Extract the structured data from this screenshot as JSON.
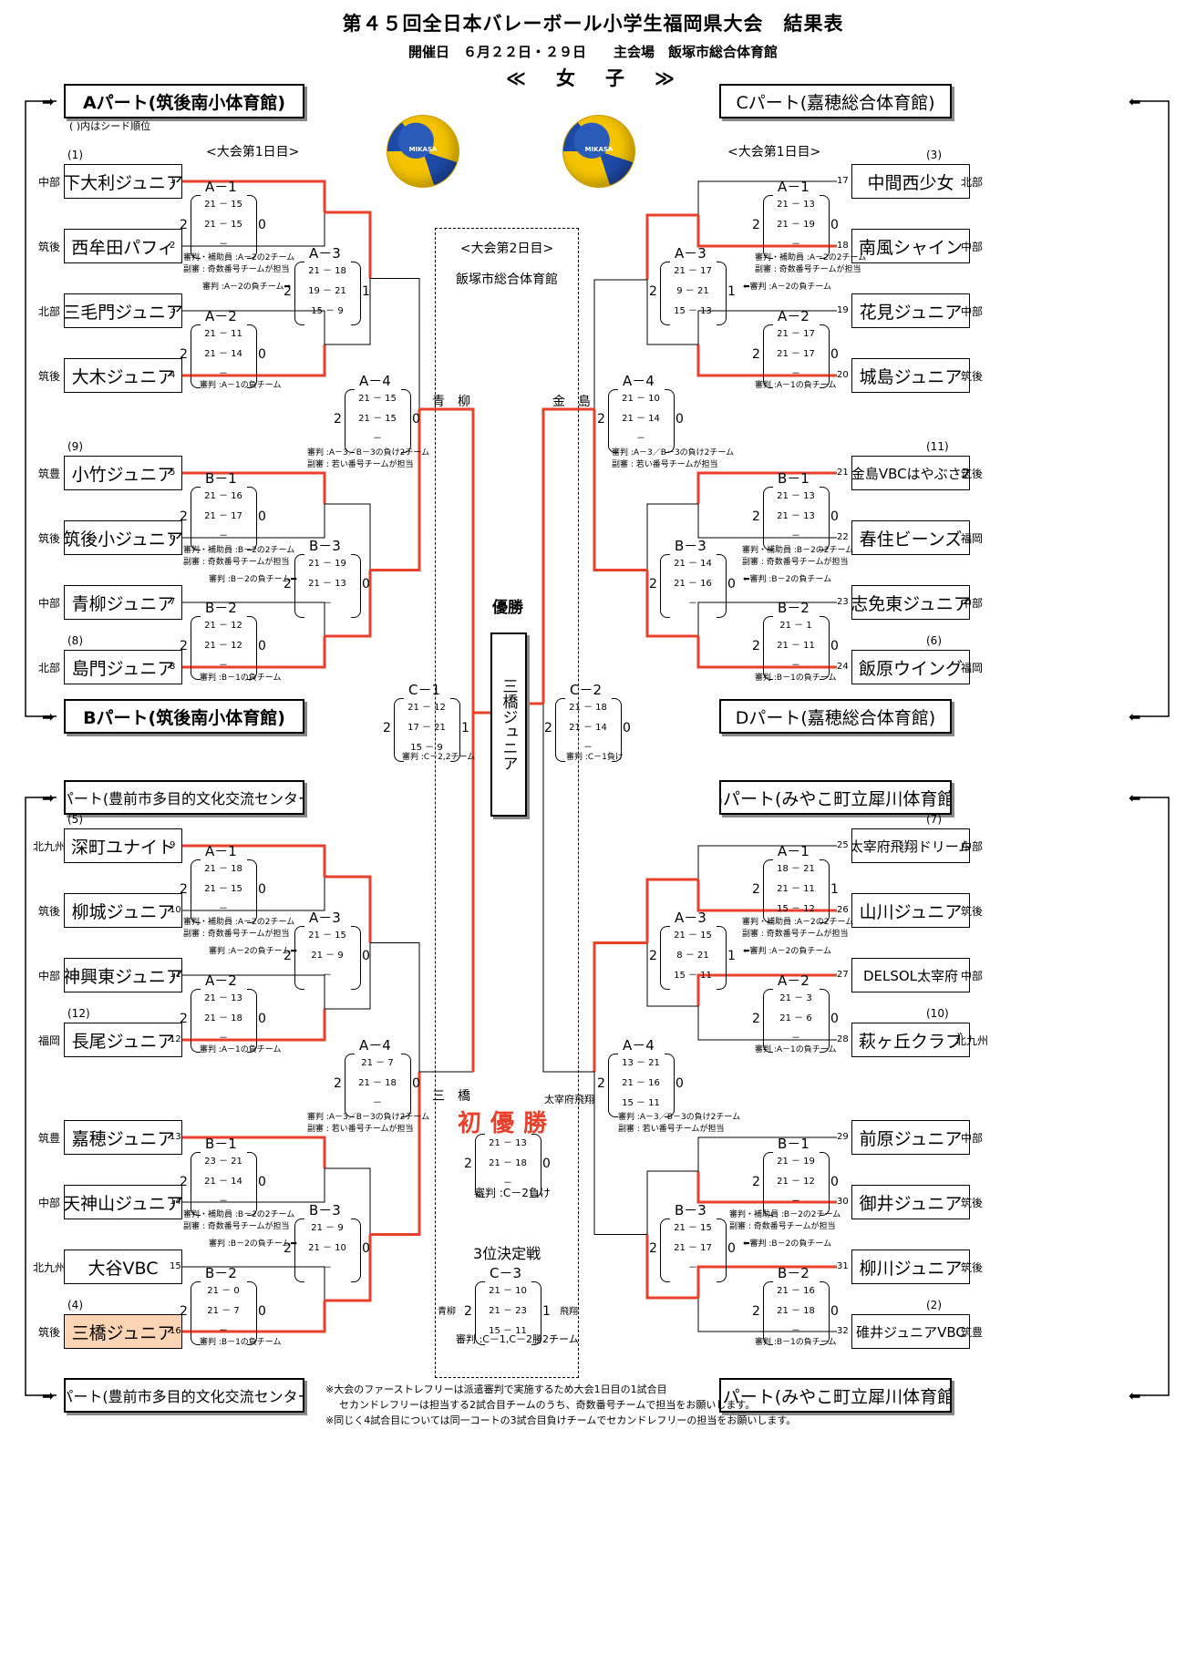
{
  "header": {
    "title": "第４５回全日本バレーボール小学生福岡県大会　結果表",
    "subtitle": "開催日　６月２２日・２９日　　主会場　飯塚市総合体育館",
    "gender": "≪　女　子　≫"
  },
  "parts": {
    "A": "Aパート(筑後南小体育館)",
    "B": "Bパート(筑後南小体育館)",
    "C": "Cパート(嘉穂総合体育館)",
    "D": "Dパート(嘉穂総合体育館)",
    "E": "Eパート(豊前市多目的文化交流センター)",
    "F": "Fパート(豊前市多目的文化交流センター)",
    "G": "Gパート(みやこ町立犀川体育館)",
    "H": "Hパート(みやこ町立犀川体育館)"
  },
  "seed_note": "( )内はシード順位",
  "day1_label": "<大会第1日目>",
  "day2_label": "<大会第2日目>",
  "venue_day2": "飯塚市総合体育館",
  "ball_text": "MIKASA",
  "teams": {
    "t1": {
      "name": "下大利ジュニア",
      "region": "中部",
      "num": "1",
      "seed": "(1)"
    },
    "t2": {
      "name": "西牟田パフィ",
      "region": "筑後",
      "num": "2"
    },
    "t3": {
      "name": "三毛門ジュニア",
      "region": "北部",
      "num": "3"
    },
    "t4": {
      "name": "大木ジュニア",
      "region": "筑後",
      "num": "4"
    },
    "t5": {
      "name": "小竹ジュニア",
      "region": "筑豊",
      "num": "5",
      "seed": "(9)"
    },
    "t6": {
      "name": "筑後小ジュニア",
      "region": "筑後",
      "num": "6"
    },
    "t7": {
      "name": "青柳ジュニア",
      "region": "中部",
      "num": "7"
    },
    "t8": {
      "name": "島門ジュニア",
      "region": "北部",
      "num": "8",
      "seed": "(8)"
    },
    "t9": {
      "name": "深町ユナイト",
      "region": "北九州",
      "num": "9",
      "seed": "(5)"
    },
    "t10": {
      "name": "柳城ジュニア",
      "region": "筑後",
      "num": "10"
    },
    "t11": {
      "name": "神興東ジュニア",
      "region": "中部",
      "num": "11"
    },
    "t12": {
      "name": "長尾ジュニア",
      "region": "福岡",
      "num": "12",
      "seed": "(12)"
    },
    "t13": {
      "name": "嘉穂ジュニア",
      "region": "筑豊",
      "num": "13"
    },
    "t14": {
      "name": "天神山ジュニア",
      "region": "中部",
      "num": "14"
    },
    "t15": {
      "name": "大谷VBC",
      "region": "北九州",
      "num": "15"
    },
    "t16": {
      "name": "三橋ジュニア",
      "region": "筑後",
      "num": "16",
      "seed": "(4)"
    },
    "t17": {
      "name": "中間西少女",
      "region": "北部",
      "num": "17",
      "seed": "(3)"
    },
    "t18": {
      "name": "南風シャイン",
      "region": "中部",
      "num": "18"
    },
    "t19": {
      "name": "花見ジュニア",
      "region": "中部",
      "num": "19"
    },
    "t20": {
      "name": "城島ジュニア",
      "region": "筑後",
      "num": "20"
    },
    "t21": {
      "name": "金島VBCはやぶさ2",
      "region": "筑後",
      "num": "21",
      "seed": "(11)"
    },
    "t22": {
      "name": "春住ビーンズ",
      "region": "福岡",
      "num": "22"
    },
    "t23": {
      "name": "志免東ジュニア",
      "region": "中部",
      "num": "23"
    },
    "t24": {
      "name": "飯原ウイング",
      "region": "福岡",
      "num": "24",
      "seed": "(6)"
    },
    "t25": {
      "name": "太宰府飛翔ドリーム",
      "region": "中部",
      "num": "25",
      "seed": "(7)"
    },
    "t26": {
      "name": "山川ジュニア",
      "region": "筑後",
      "num": "26"
    },
    "t27": {
      "name": "DELSOL太宰府",
      "region": "中部",
      "num": "27"
    },
    "t28": {
      "name": "萩ヶ丘クラブ",
      "region": "北九州",
      "num": "28",
      "seed": "(10)"
    },
    "t29": {
      "name": "前原ジュニア",
      "region": "中部",
      "num": "29"
    },
    "t30": {
      "name": "御井ジュニア",
      "region": "筑後",
      "num": "30"
    },
    "t31": {
      "name": "柳川ジュニア",
      "region": "筑後",
      "num": "31"
    },
    "t32": {
      "name": "碓井ジュニアVBC",
      "region": "筑豊",
      "num": "32",
      "seed": "(2)"
    }
  },
  "matches": {
    "AA1": {
      "label": "A－1",
      "l": "2",
      "r": "0",
      "sets": [
        "21 － 15",
        "21 － 15",
        "－"
      ]
    },
    "AA2": {
      "label": "A－2",
      "l": "2",
      "r": "0",
      "sets": [
        "21 － 11",
        "21 － 14",
        "－"
      ]
    },
    "AA3": {
      "label": "A－3",
      "l": "2",
      "r": "1",
      "sets": [
        "21 － 18",
        "19 － 21",
        "15 － 9"
      ]
    },
    "AA4": {
      "label": "A－4",
      "l": "2",
      "r": "0",
      "sets": [
        "21 － 15",
        "21 － 15",
        "－"
      ]
    },
    "AB1": {
      "label": "B－1",
      "l": "2",
      "r": "0",
      "sets": [
        "21 － 16",
        "21 － 17",
        "－"
      ]
    },
    "AB2": {
      "label": "B－2",
      "l": "2",
      "r": "0",
      "sets": [
        "21 － 12",
        "21 － 12",
        "－"
      ]
    },
    "AB3": {
      "label": "B－3",
      "l": "2",
      "r": "0",
      "sets": [
        "21 － 19",
        "21 － 13",
        "－"
      ]
    },
    "CA1": {
      "label": "A－1",
      "l": "2",
      "r": "0",
      "sets": [
        "21 － 13",
        "21 － 19",
        "－"
      ]
    },
    "CA2": {
      "label": "A－2",
      "l": "2",
      "r": "0",
      "sets": [
        "21 － 17",
        "21 － 17",
        "－"
      ]
    },
    "CA3": {
      "label": "A－3",
      "l": "2",
      "r": "1",
      "sets": [
        "21 － 17",
        "9 － 21",
        "15 － 13"
      ]
    },
    "CA4": {
      "label": "A－4",
      "l": "2",
      "r": "0",
      "sets": [
        "21 － 10",
        "21 － 14",
        "－"
      ]
    },
    "CB1": {
      "label": "B－1",
      "l": "2",
      "r": "0",
      "sets": [
        "21 － 13",
        "21 － 13",
        "－"
      ]
    },
    "CB2": {
      "label": "B－2",
      "l": "2",
      "r": "0",
      "sets": [
        "21 － 1",
        "21 － 11",
        "－"
      ]
    },
    "CB3": {
      "label": "B－3",
      "l": "2",
      "r": "0",
      "sets": [
        "21 － 14",
        "21 － 16",
        "－"
      ]
    },
    "EA1": {
      "label": "A－1",
      "l": "2",
      "r": "0",
      "sets": [
        "21 － 18",
        "21 － 15",
        "－"
      ]
    },
    "EA2": {
      "label": "A－2",
      "l": "2",
      "r": "0",
      "sets": [
        "21 － 13",
        "21 － 18",
        "－"
      ]
    },
    "EA3": {
      "label": "A－3",
      "l": "2",
      "r": "0",
      "sets": [
        "21 － 15",
        "21 － 9",
        "－"
      ]
    },
    "EA4": {
      "label": "A－4",
      "l": "2",
      "r": "0",
      "sets": [
        "21 － 7",
        "21 － 18",
        "－"
      ]
    },
    "EB1": {
      "label": "B－1",
      "l": "2",
      "r": "0",
      "sets": [
        "23 － 21",
        "21 － 14",
        "－"
      ]
    },
    "EB2": {
      "label": "B－2",
      "l": "2",
      "r": "0",
      "sets": [
        "21 － 0",
        "21 － 7",
        "－"
      ]
    },
    "EB3": {
      "label": "B－3",
      "l": "2",
      "r": "0",
      "sets": [
        "21 － 9",
        "21 － 10",
        "－"
      ]
    },
    "GA1": {
      "label": "A－1",
      "l": "2",
      "r": "1",
      "sets": [
        "18 － 21",
        "21 － 11",
        "15 － 12"
      ]
    },
    "GA2": {
      "label": "A－2",
      "l": "2",
      "r": "0",
      "sets": [
        "21 － 3",
        "21 － 6",
        "－"
      ]
    },
    "GA3": {
      "label": "A－3",
      "l": "2",
      "r": "1",
      "sets": [
        "21 － 15",
        "8 － 21",
        "15 － 11"
      ]
    },
    "GA4": {
      "label": "A－4",
      "l": "2",
      "r": "0",
      "sets": [
        "13 － 21",
        "21 － 16",
        "15 － 11"
      ]
    },
    "GB1": {
      "label": "B－1",
      "l": "2",
      "r": "0",
      "sets": [
        "21 － 19",
        "21 － 12",
        "－"
      ]
    },
    "GB2": {
      "label": "B－2",
      "l": "2",
      "r": "0",
      "sets": [
        "21 － 16",
        "21 － 18",
        "－"
      ]
    },
    "GB3": {
      "label": "B－3",
      "l": "2",
      "r": "0",
      "sets": [
        "21 － 15",
        "21 － 17",
        "－"
      ]
    },
    "C1": {
      "label": "C－1",
      "l": "2",
      "r": "1",
      "sets": [
        "21 － 12",
        "17 － 21",
        "15 － 9"
      ]
    },
    "C2": {
      "label": "C－2",
      "l": "2",
      "r": "0",
      "sets": [
        "21 － 18",
        "21 － 14",
        "－"
      ]
    },
    "FINAL": {
      "l": "2",
      "r": "0",
      "sets": [
        "21 － 13",
        "21 － 18",
        "－"
      ]
    },
    "C3": {
      "label": "C－3",
      "l": "2",
      "r": "1",
      "sets": [
        "21 － 10",
        "21 － 23",
        "15 － 11"
      ]
    }
  },
  "notes": {
    "a1": [
      "審判・補助員 :A－2の2チーム",
      "副審 : 奇数番号チームが担当"
    ],
    "a2": [
      "審判 :A－1の負チーム"
    ],
    "a3": [
      "審判 :A－2の負チーム➡"
    ],
    "a3r": [
      "⬅審判 :A－2の負チーム"
    ],
    "b1": [
      "審判・補助員 :B－2の2チーム",
      "副審 : 奇数番号チームが担当"
    ],
    "b2": [
      "審判 :B－1の負チーム"
    ],
    "b3": [
      "審判 :B－2の負チーム➡"
    ],
    "b3r": [
      "⬅審判 :B－2の負チーム"
    ],
    "a4": [
      "審判 :A－3／B－3の負け2チーム",
      "副審 : 若い番号チームが担当"
    ],
    "c1": "審判 :C－2,2チーム",
    "c2": "審判 :C－1負け",
    "final": "審判 :C－2負け",
    "c3": "審判 :C－1,C－2勝2チーム"
  },
  "labels": {
    "aoyagi": "青　柳",
    "kanashima": "金　島",
    "mitsuhashi": "三　橋",
    "dazaifu": "太宰府飛翔",
    "champion_label": "優勝",
    "champion_team": "三橋ジュニア",
    "first_win": "初優勝",
    "third_place": "3位決定戦",
    "c3_left": "青柳",
    "c3_right": "飛翔"
  },
  "footer": [
    "※大会のファーストレフリーは派遣審判で実施するため大会1日目の1試合目",
    "セカンドレフリーは担当する2試合目チームのうち、奇数番号チームで担当をお願いします。",
    "※同じく4試合目については同一コートの3試合目負けチームでセカンドレフリーの担当をお願いします。"
  ]
}
